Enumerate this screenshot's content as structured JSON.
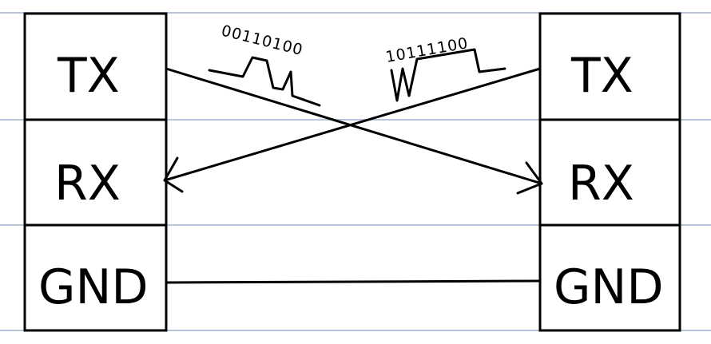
{
  "colors": {
    "ruled_line": "#b8c4de",
    "ink": "#000000",
    "paper": "#ffffff"
  },
  "left_device": {
    "pins": {
      "tx": "TX",
      "rx": "RX",
      "gnd": "GND"
    }
  },
  "right_device": {
    "pins": {
      "tx": "TX",
      "rx": "RX",
      "gnd": "GND"
    }
  },
  "signals": {
    "left_tx_bits": "00110100",
    "right_tx_bits": "10111100"
  }
}
